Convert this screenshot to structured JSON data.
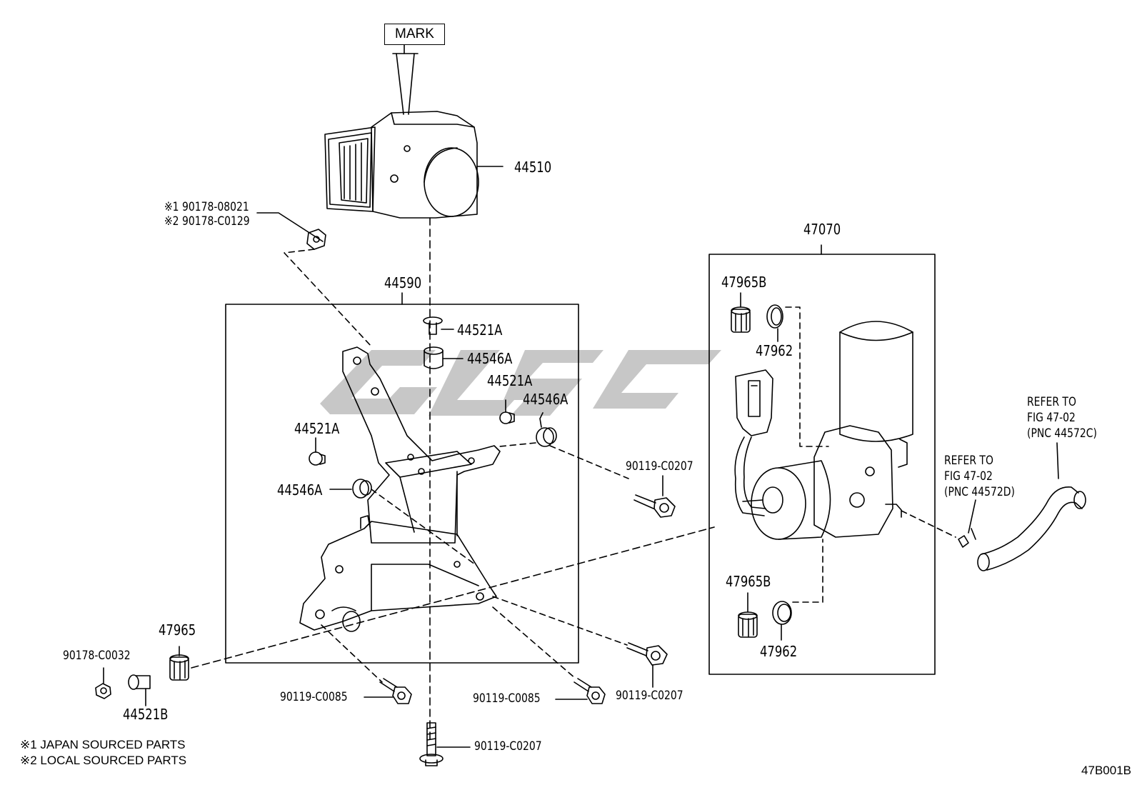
{
  "diagram": {
    "mark_label": "MARK",
    "figure_code": "47B001B",
    "watermark_text": "GLOG",
    "groups": {
      "bracket_assy": "44590",
      "pump_assy": "47070"
    },
    "parts": {
      "actuator": "44510",
      "nut_alt_1": "※1 90178-08021",
      "nut_alt_2": "※2 90178-C0129",
      "collar_top": "44521A",
      "cushion_top": "44546A",
      "collar_right": "44521A",
      "cushion_right": "44546A",
      "collar_left": "44521A",
      "cushion_left": "44546A",
      "bolt_right_upper": "90119-C0207",
      "bolt_right_lower": "90119-C0207",
      "bolt_bottom_center": "90119-C0207",
      "bolt_left_bottom": "90119-C0085",
      "bolt_mid_bottom": "90119-C0085",
      "cushion_47965": "47965",
      "nut_90178": "90178-C0032",
      "collar_44521b": "44521B",
      "cushion_47965b_upper": "47965B",
      "ring_47962_upper": "47962",
      "cushion_47965b_lower": "47965B",
      "ring_47962_lower": "47962"
    },
    "references": {
      "ref_right_1": "REFER TO",
      "ref_right_2": "FIG 47-02",
      "ref_right_3": "(PNC 44572C)",
      "ref_mid_1": "REFER TO",
      "ref_mid_2": "FIG 47-02",
      "ref_mid_3": "(PNC 44572D)"
    },
    "notes": {
      "note_1": "※1 JAPAN SOURCED PARTS",
      "note_2": "※2 LOCAL SOURCED PARTS"
    }
  }
}
